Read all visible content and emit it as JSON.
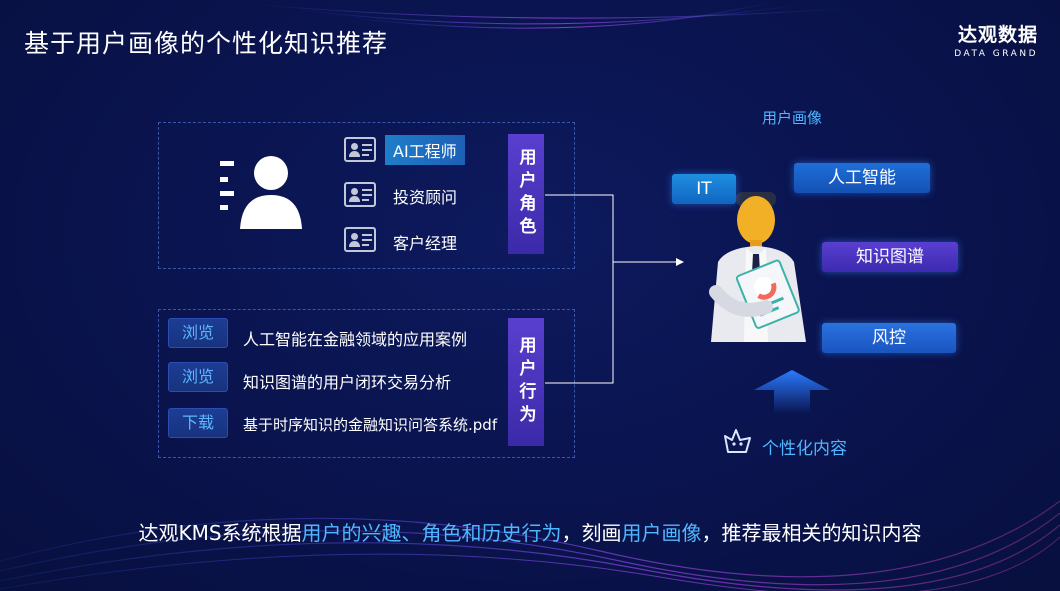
{
  "header": {
    "title": "基于用户画像的个性化知识推荐",
    "brand_cn": "达观数据",
    "brand_en": "DATA GRAND"
  },
  "roles": {
    "tag": "用户角色",
    "items": [
      {
        "label": "AI工程师",
        "highlighted": true
      },
      {
        "label": "投资顾问",
        "highlighted": false
      },
      {
        "label": "客户经理",
        "highlighted": false
      }
    ]
  },
  "behaviors": {
    "tag": "用户行为",
    "items": [
      {
        "action": "浏览",
        "text": "人工智能在金融领域的应用案例"
      },
      {
        "action": "浏览",
        "text": "知识图谱的用户闭环交易分析"
      },
      {
        "action": "下载",
        "text": "基于时序知识的金融知识问答系统.pdf"
      }
    ]
  },
  "persona": {
    "label": "用户画像",
    "tags": [
      "IT",
      "人工智能",
      "知识图谱",
      "风控"
    ],
    "output_label": "个性化内容"
  },
  "footer": {
    "part1": "达观KMS系统根据",
    "hl1": "用户的兴趣、角色和历史行为",
    "part2": "，刻画",
    "hl2": "用户画像",
    "part3": "，推荐最相关的知识内容"
  },
  "colors": {
    "accent": "#4fb6ff",
    "tag_purple": "#4a33c0",
    "background": "#0a1450"
  }
}
